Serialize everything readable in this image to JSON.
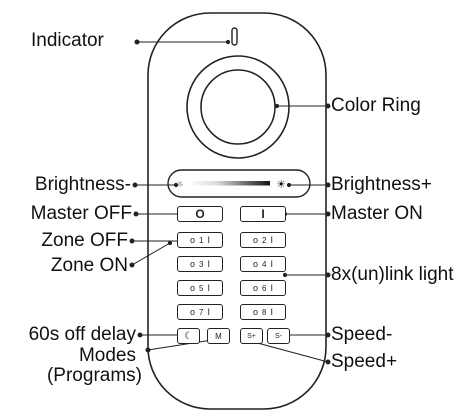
{
  "labels": {
    "indicator": "Indicator",
    "color_ring": "Color Ring",
    "brightness_minus": "Brightness-",
    "brightness_plus": "Brightness+",
    "master_off": "Master OFF",
    "master_on": "Master ON",
    "zone_off": "Zone OFF",
    "zone_on": "Zone ON",
    "link_light": "8x(un)link light",
    "off_delay": "60s off delay",
    "modes_line1": "Modes",
    "modes_line2": "(Programs)",
    "speed_minus": "Speed-",
    "speed_plus": "Speed+"
  },
  "remote": {
    "master_off_glyph": "O",
    "master_on_glyph": "I",
    "off_glyph": "o",
    "on_glyph": "I",
    "zones": [
      {
        "left": "1",
        "right": "2"
      },
      {
        "left": "3",
        "right": "4"
      },
      {
        "left": "5",
        "right": "6"
      },
      {
        "left": "7",
        "right": "8"
      }
    ],
    "delay_glyph": "☾",
    "modes_key": "M",
    "speed_plus_key": "S+",
    "speed_minus_key": "S-",
    "brightness_low_glyph": "☼",
    "brightness_high_glyph": "☀"
  }
}
